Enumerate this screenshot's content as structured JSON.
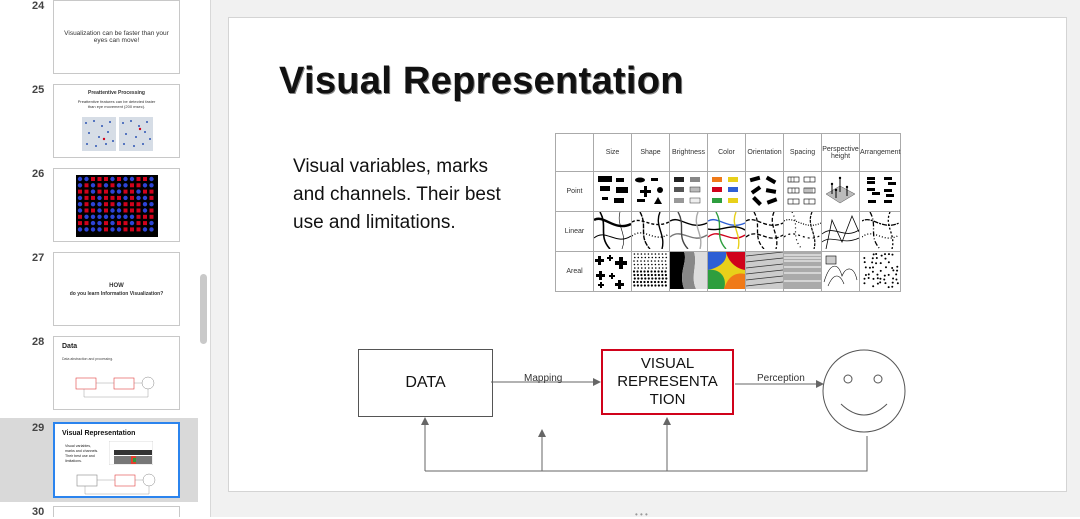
{
  "filmstrip": {
    "slides": [
      {
        "num": "24",
        "text": "Visualization can be faster than your eyes can move!"
      },
      {
        "num": "25",
        "title": "Preattentive Processing",
        "text": "Preattentive features can be detected faster than eye movement (200 msec)."
      },
      {
        "num": "26"
      },
      {
        "num": "27",
        "title": "HOW",
        "text": "do you learn Information Visualization?"
      },
      {
        "num": "28",
        "title": "Data",
        "text": "Data abstraction and processing."
      },
      {
        "num": "29",
        "title": "Visual Representation",
        "text": "Visual variables, marks and channels. Their best use and limitations."
      },
      {
        "num": "30"
      }
    ]
  },
  "slide": {
    "title": "Visual Representation",
    "body": "Visual variables, marks and channels. Their best use and limitations.",
    "table": {
      "columns": [
        "Size",
        "Shape",
        "Brightness",
        "Color",
        "Orientation",
        "Spacing",
        "Perspective height",
        "Arrangement"
      ],
      "rows": [
        "Point",
        "Linear",
        "Areal"
      ]
    },
    "diagram": {
      "data": "DATA",
      "visual": "VISUAL REPRESENTA TION",
      "mapping": "Mapping",
      "perception": "Perception"
    }
  },
  "colors": {
    "selection": "#2b84ee",
    "visual_box": "#d0021b"
  }
}
